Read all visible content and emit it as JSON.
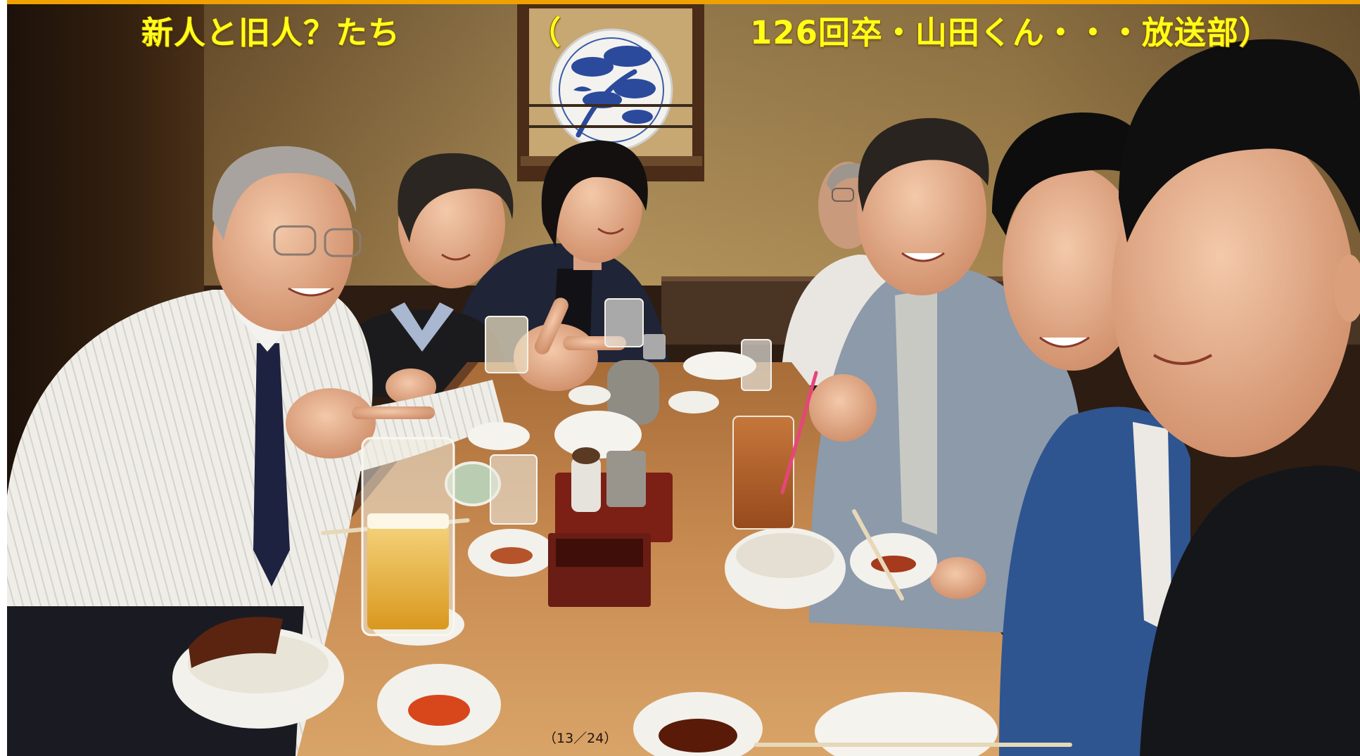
{
  "slide": {
    "caption_left": "新人と旧人？たち",
    "caption_paren_open": "（",
    "caption_right": "126回卒・山田くん・・・放送部）",
    "page_counter": "（13／24）"
  },
  "colors": {
    "caption": "#ffff1a",
    "top_border": "#f0a000",
    "page_counter": "#1e1410"
  }
}
